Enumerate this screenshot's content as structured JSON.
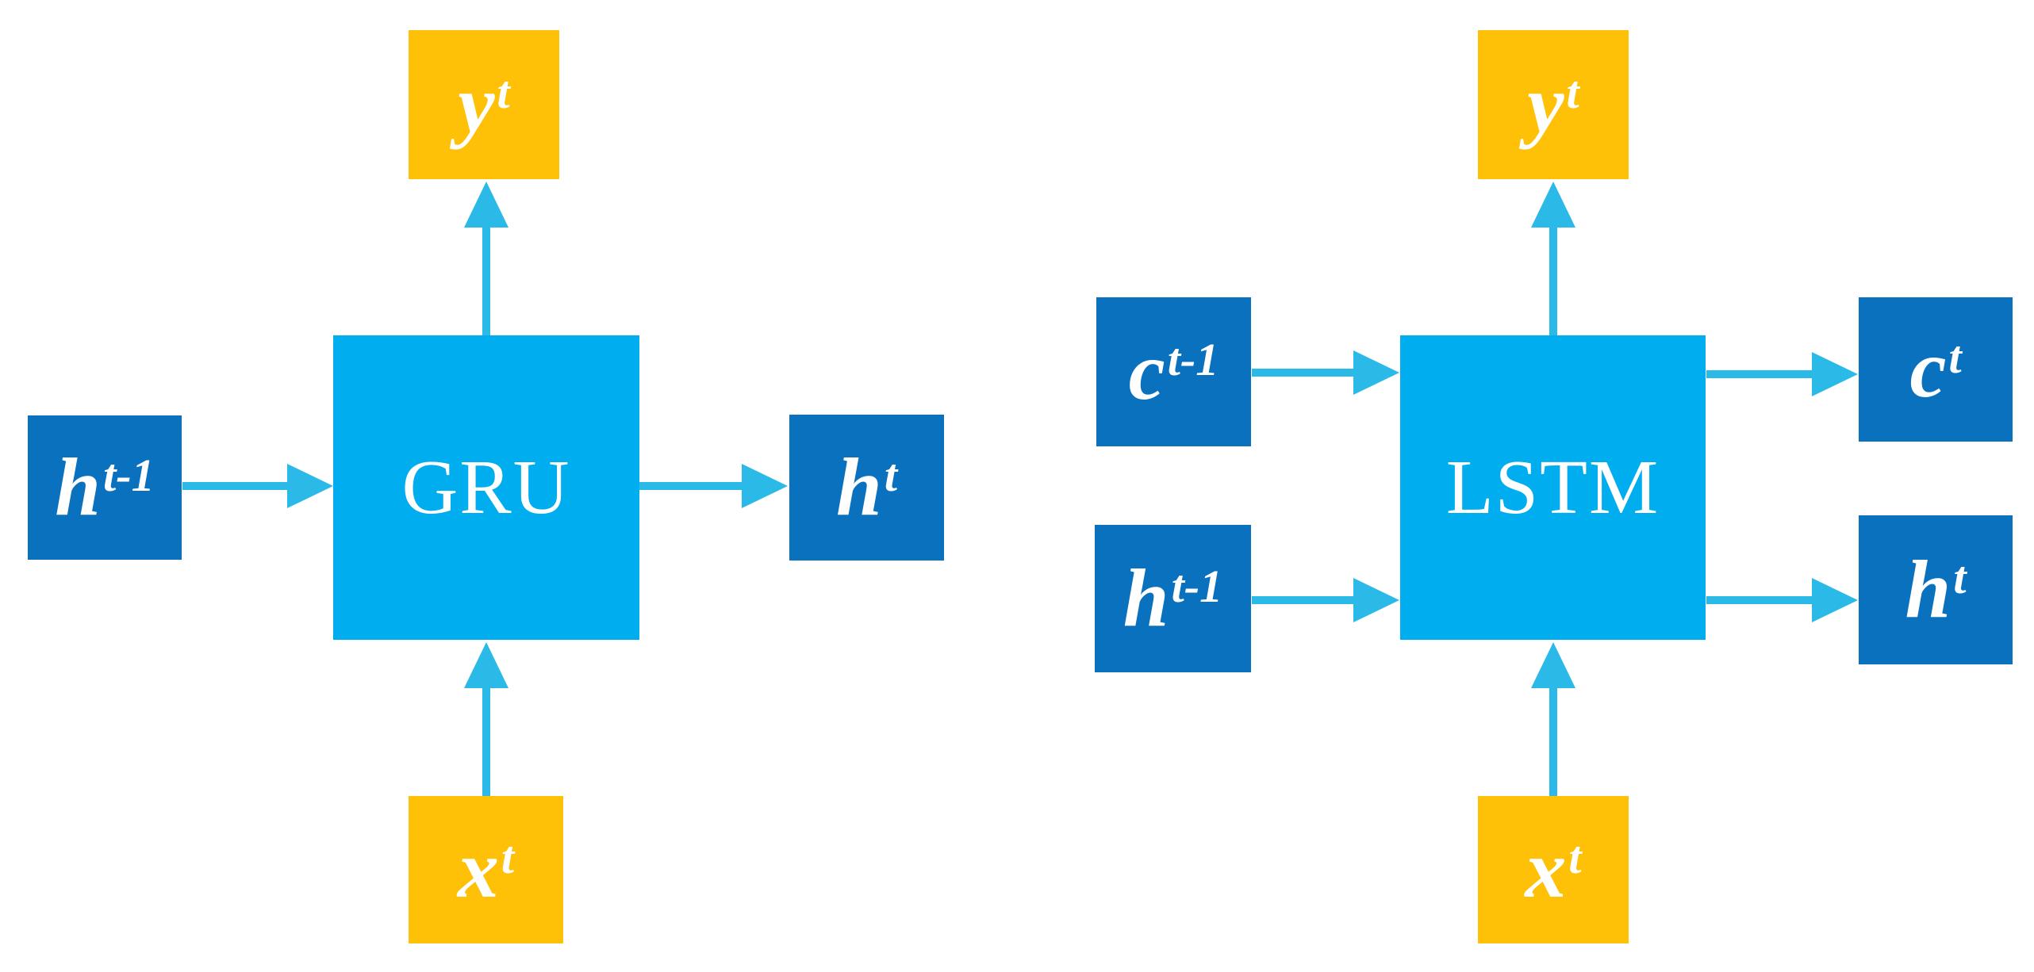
{
  "colors": {
    "cell": "#00AEEF",
    "state": "#0A71BE",
    "io": "#FFC008",
    "arrow": "#2BBAE8",
    "label": "#FFFFFF",
    "background": "#FFFFFF"
  },
  "gru": {
    "cell_label": "GRU",
    "output": {
      "base": "y",
      "sup": "t"
    },
    "input": {
      "base": "x",
      "sup": "t"
    },
    "hidden_prev": {
      "base": "h",
      "sup": "t-1"
    },
    "hidden_next": {
      "base": "h",
      "sup": "t"
    }
  },
  "lstm": {
    "cell_label": "LSTM",
    "output": {
      "base": "y",
      "sup": "t"
    },
    "input": {
      "base": "x",
      "sup": "t"
    },
    "cell_state_prev": {
      "base": "c",
      "sup": "t-1"
    },
    "cell_state_next": {
      "base": "c",
      "sup": "t"
    },
    "hidden_prev": {
      "base": "h",
      "sup": "t-1"
    },
    "hidden_next": {
      "base": "h",
      "sup": "t"
    }
  }
}
